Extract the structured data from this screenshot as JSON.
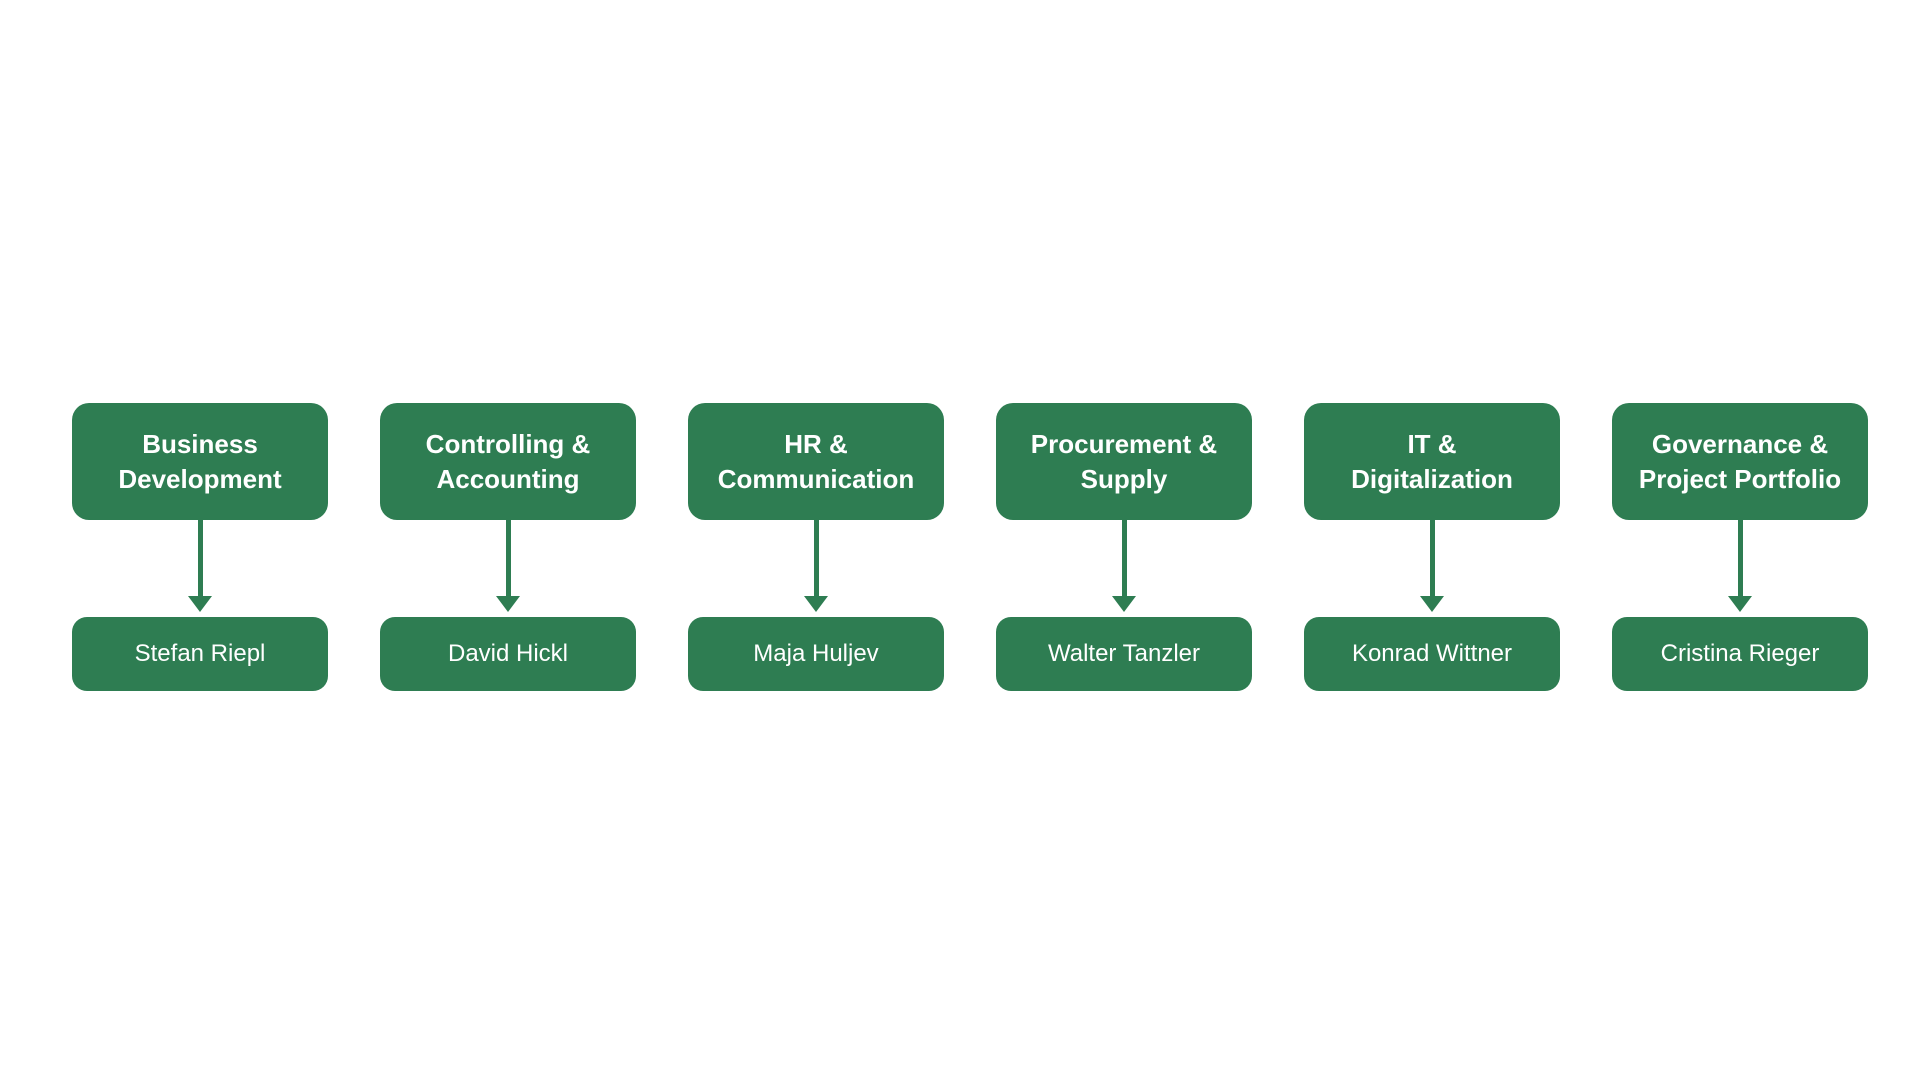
{
  "colors": {
    "background": "#ffffff",
    "node_green": "#2e7d52",
    "node_text": "#ffffff"
  },
  "org_chart": {
    "columns": [
      {
        "department": "Business\nDevelopment",
        "head": "Stefan Riepl"
      },
      {
        "department": "Controlling &\nAccounting",
        "head": "David Hickl"
      },
      {
        "department": "HR &\nCommunication",
        "head": "Maja Huljev"
      },
      {
        "department": "Procurement &\nSupply",
        "head": "Walter Tanzler"
      },
      {
        "department": "IT &\nDigitalization",
        "head": "Konrad Wittner"
      },
      {
        "department": "Governance &\nProject Portfolio",
        "head": "Cristina Rieger"
      }
    ]
  }
}
